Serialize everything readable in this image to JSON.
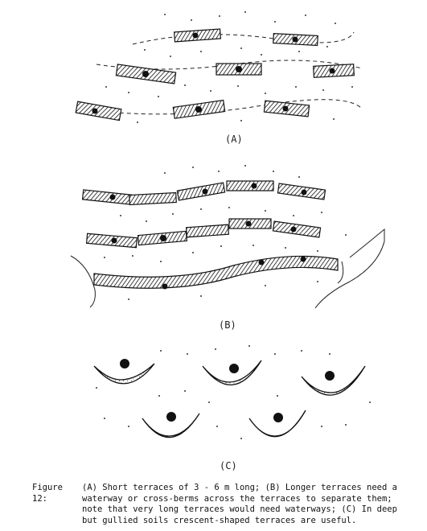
{
  "figure": {
    "panels": [
      {
        "id": "A",
        "label": "(A)",
        "description": "Short terraces of 3 - 6 m long"
      },
      {
        "id": "B",
        "label": "(B)",
        "description": "Longer terraces need a waterway or cross-berms across the terraces to separate them"
      },
      {
        "id": "C",
        "label": "(C)",
        "description": "In deep but gullied soils crescent-shaped terraces are useful"
      }
    ],
    "caption": {
      "head": "Figure 12:",
      "text": "(A)  Short terraces of 3 - 6 m long;  (B)  Longer terraces need a waterway or cross-berms across the terraces to separate them; note that very long terraces would need waterways;  (C)  In deep but gullied soils crescent-shaped terraces are useful."
    }
  }
}
